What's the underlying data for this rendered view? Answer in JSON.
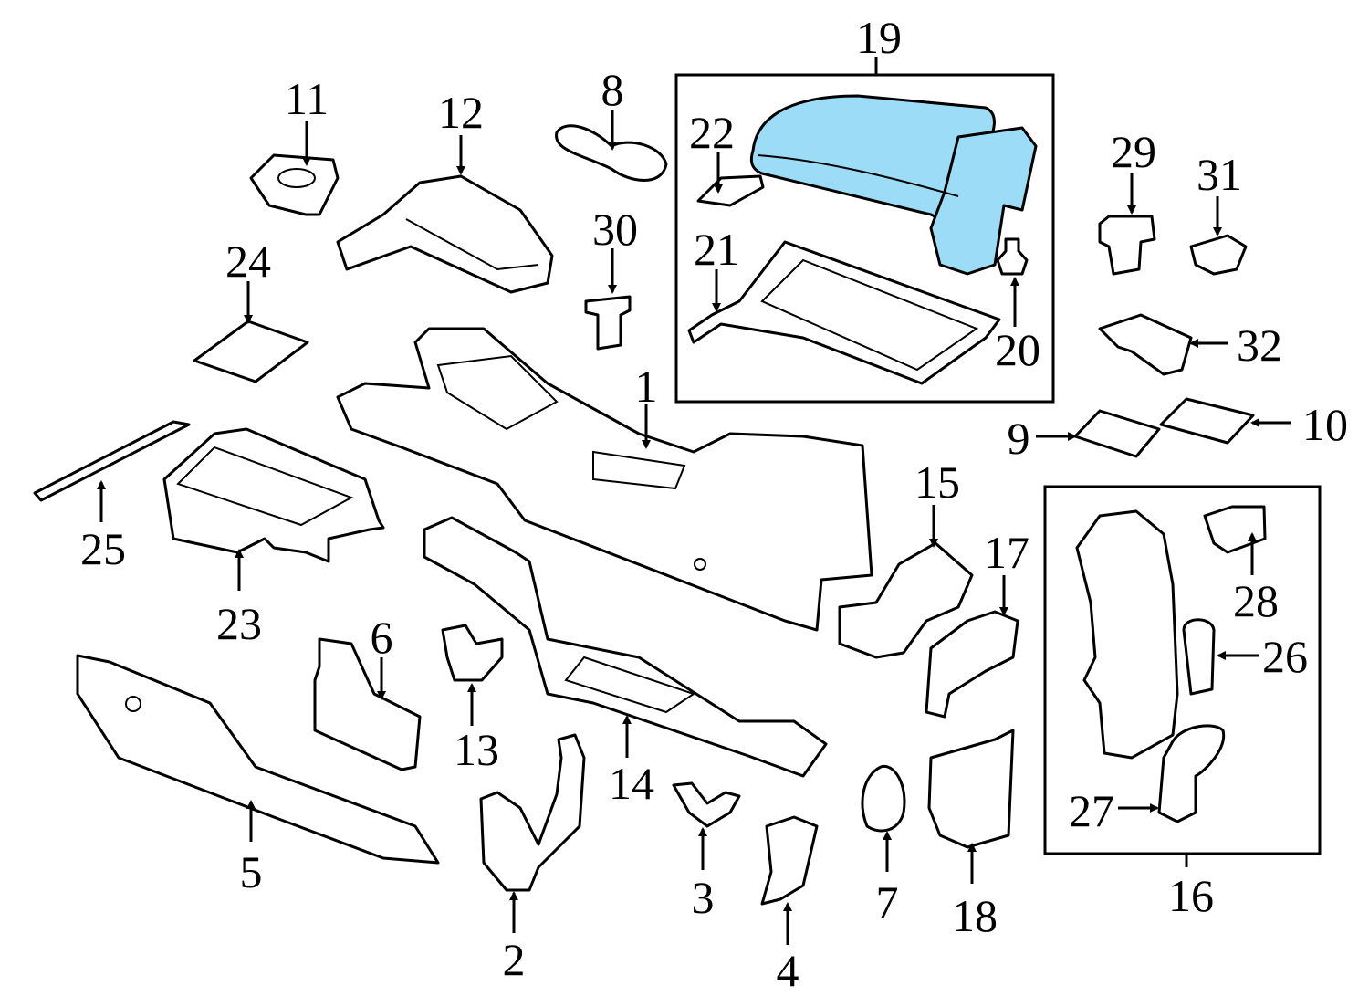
{
  "diagram": {
    "title": "Center Console Parts Diagram",
    "highlight_color": "#9ddcf6",
    "highlighted_part": "19",
    "groups": [
      {
        "label": "19",
        "members": [
          "20",
          "21",
          "22"
        ]
      },
      {
        "label": "16",
        "members": [
          "26",
          "27",
          "28"
        ]
      }
    ],
    "labels": {
      "p1": "1",
      "p2": "2",
      "p3": "3",
      "p4": "4",
      "p5": "5",
      "p6": "6",
      "p7": "7",
      "p8": "8",
      "p9": "9",
      "p10": "10",
      "p11": "11",
      "p12": "12",
      "p13": "13",
      "p14": "14",
      "p15": "15",
      "p16": "16",
      "p17": "17",
      "p18": "18",
      "p19": "19",
      "p20": "20",
      "p21": "21",
      "p22": "22",
      "p23": "23",
      "p24": "24",
      "p25": "25",
      "p26": "26",
      "p27": "27",
      "p28": "28",
      "p29": "29",
      "p30": "30",
      "p31": "31",
      "p32": "32"
    }
  }
}
